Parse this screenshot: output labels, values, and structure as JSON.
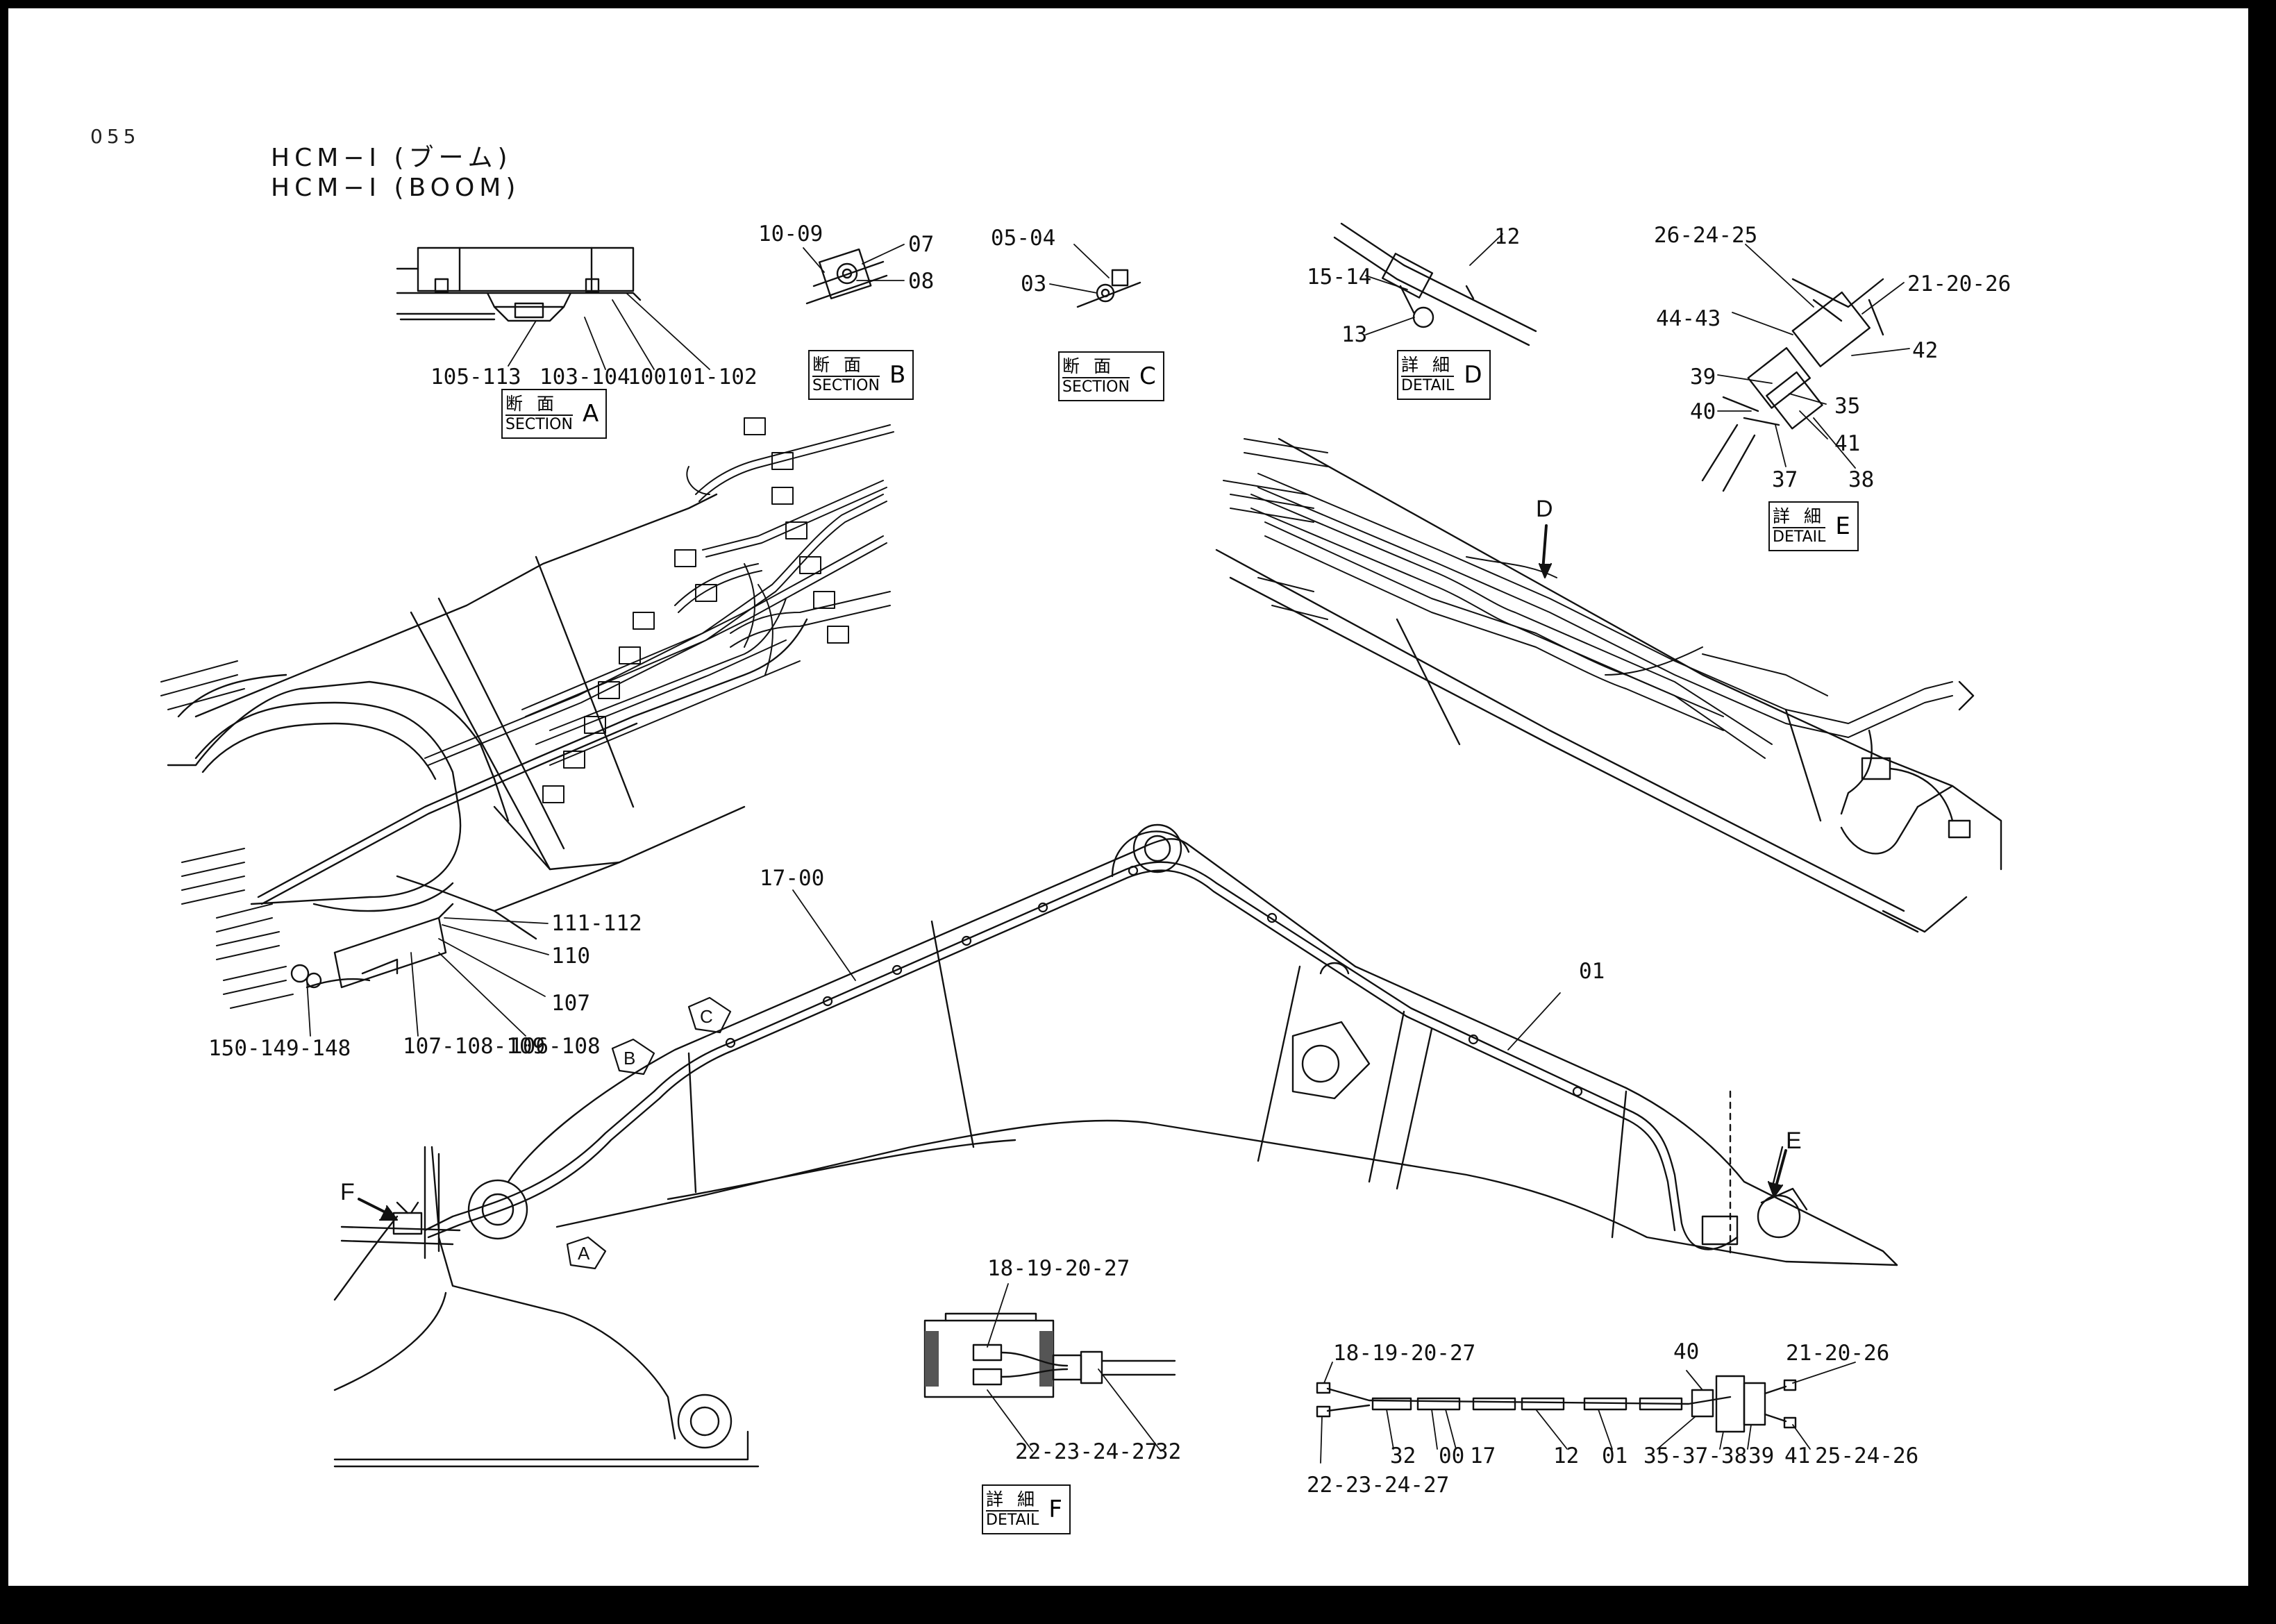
{
  "page": {
    "number": "055",
    "title_jp": "HCM−I (ブーム)",
    "title_en": "HCM−I (BOOM)"
  },
  "views": {
    "section_a": {
      "jp": "断 面",
      "en": "SECTION",
      "letter": "A"
    },
    "section_b": {
      "jp": "断 面",
      "en": "SECTION",
      "letter": "B"
    },
    "section_c": {
      "jp": "断 面",
      "en": "SECTION",
      "letter": "C"
    },
    "detail_d": {
      "jp": "詳 細",
      "en": "DETAIL",
      "letter": "D"
    },
    "detail_e": {
      "jp": "詳 細",
      "en": "DETAIL",
      "letter": "E"
    },
    "detail_f": {
      "jp": "詳 細",
      "en": "DETAIL",
      "letter": "F"
    }
  },
  "part_labels": {
    "a_105_113": "105-113",
    "a_103_104": "103-104",
    "a_100": "100",
    "a_101_102": "101-102",
    "b_10_09": "10-09",
    "b_07": "07",
    "b_08": "08",
    "c_05_04": "05-04",
    "c_03": "03",
    "d_12": "12",
    "d_15_14": "15-14",
    "d_13": "13",
    "e_26_24_25": "26-24-25",
    "e_21_20_26": "21-20-26",
    "e_44_43": "44-43",
    "e_42": "42",
    "e_39": "39",
    "e_40": "40",
    "e_35": "35",
    "e_41": "41",
    "e_37": "37",
    "e_38": "38",
    "m_111_112": "111-112",
    "m_110": "110",
    "m_107": "107",
    "m_150_149_148": "150-149-148",
    "m_107_108_109": "107-108-109",
    "m_106_108": "106-108",
    "main_17_00": "17-00",
    "main_01": "01",
    "f_18_19_20_27": "18-19-20-27",
    "f_22_23_24_27": "22-23-24-27",
    "f_32": "32",
    "h_18_19_20_27": "18-19-20-27",
    "h_22_23_24_27": "22-23-24-27",
    "h_32": "32",
    "h_00": "00",
    "h_17": "17",
    "h_12": "12",
    "h_01": "01",
    "h_35_37_38": "35-37-38",
    "h_39": "39",
    "h_41": "41",
    "h_40": "40",
    "h_21_20_26": "21-20-26",
    "h_25_24_26": "25-24-26"
  },
  "callouts": {
    "a": "A",
    "b": "B",
    "c": "C",
    "d": "D",
    "e": "E",
    "f": "F"
  }
}
